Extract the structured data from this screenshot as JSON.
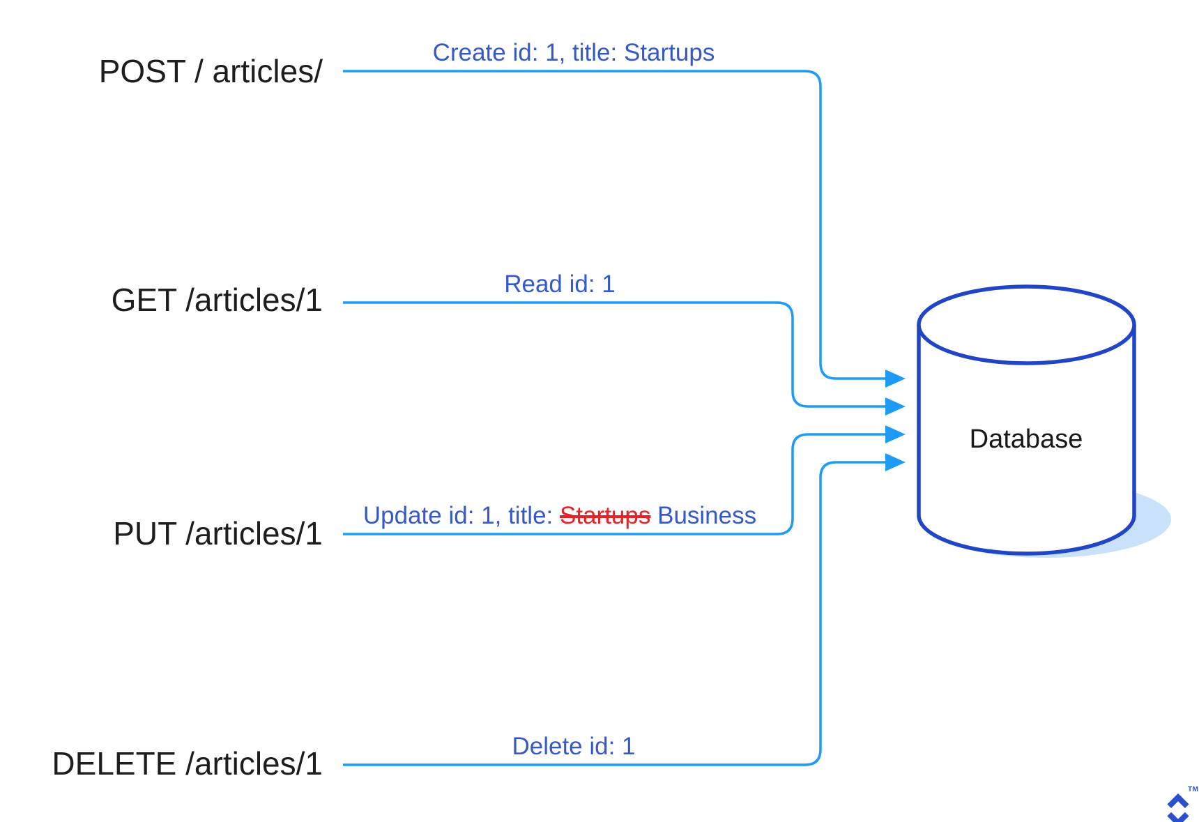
{
  "rows": [
    {
      "method": "POST / articles/",
      "label": "Create id: 1, title: Startups"
    },
    {
      "method": "GET /articles/1",
      "label": "Read id: 1"
    },
    {
      "method": "PUT /articles/1",
      "label_prefix": "Update id: 1, title:",
      "label_struck": "Startups",
      "label_suffix": "Business"
    },
    {
      "method": "DELETE /articles/1",
      "label": "Delete id: 1"
    }
  ],
  "database": {
    "label": "Database"
  },
  "logo": {
    "tm": "TM"
  },
  "colors": {
    "flow_line_blue": "#1e9bf4",
    "label_blue": "#3558cb",
    "strike_red": "#ea2127",
    "cylinder_stroke_blue": "#2045c6",
    "shadow_light_blue": "#c9e1f9",
    "text_black": "#1c1d1f",
    "logo_blue": "#2b50cf"
  }
}
